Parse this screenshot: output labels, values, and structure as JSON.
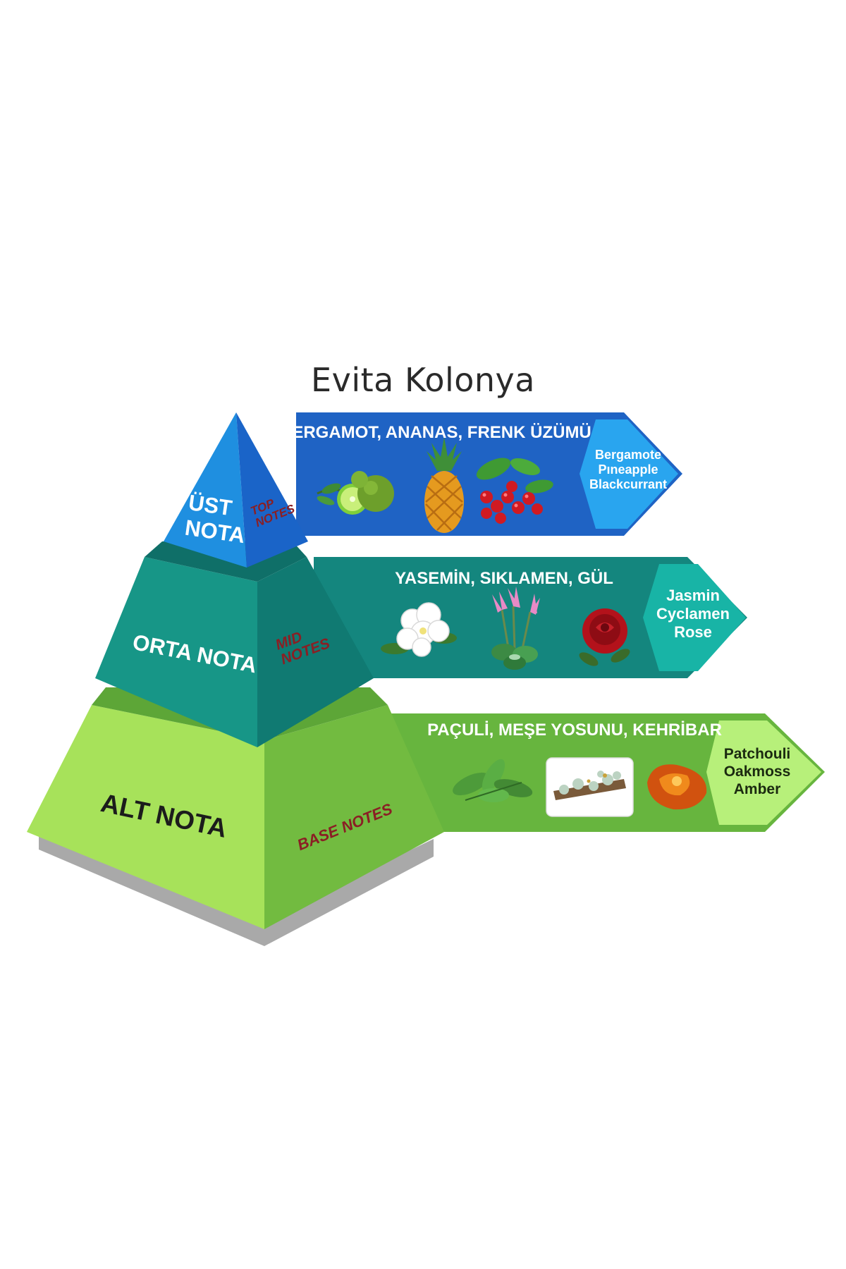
{
  "title": "Evita Kolonya",
  "tiers": [
    {
      "key": "top",
      "tr_label_lines": [
        "ÜST",
        "NOTA"
      ],
      "en_label_lines": [
        "TOP",
        "NOTES"
      ],
      "band_title": "BERGAMOT, ANANAS, FRENK ÜZÜMÜ",
      "english_notes": [
        "Bergamote",
        "Pıneapple",
        "Blackcurrant"
      ],
      "images": [
        "bergamot-image",
        "pineapple-image",
        "blackcurrant-image"
      ],
      "colors": {
        "band": "#1f63c4",
        "left_face": "#1f8fe0",
        "right_face": "#1a64c8",
        "tag": "#29a5ef",
        "tag_text": "#ffffff"
      }
    },
    {
      "key": "mid",
      "tr_label_lines": [
        "ORTA NOTA"
      ],
      "en_label_lines": [
        "MID",
        "NOTES"
      ],
      "band_title": "YASEMİN, SIKLAMEN, GÜL",
      "english_notes": [
        "Jasmin",
        "Cyclamen",
        "Rose"
      ],
      "images": [
        "jasmine-image",
        "cyclamen-image",
        "rose-image"
      ],
      "colors": {
        "band": "#14867e",
        "left_face": "#179687",
        "right_face": "#107a72",
        "tag": "#18b4a6",
        "tag_text": "#ffffff"
      }
    },
    {
      "key": "base",
      "tr_label_lines": [
        "ALT NOTA"
      ],
      "en_label_lines": [
        "BASE NOTES"
      ],
      "band_title": "PAÇULİ, MEŞE YOSUNU, KEHRİBAR",
      "english_notes": [
        "Patchouli",
        "Oakmoss",
        "Amber"
      ],
      "images": [
        "patchouli-image",
        "oakmoss-image",
        "amber-image"
      ],
      "colors": {
        "band": "#67b53e",
        "left_face": "#a7e25a",
        "right_face": "#72bb40",
        "tag": "#b7f07a",
        "tag_text": "#1b2a10"
      }
    }
  ],
  "colors": {
    "title": "#2a2a2a",
    "en_label": "#8a1f24",
    "base_shadow": "#a9a9a9"
  }
}
